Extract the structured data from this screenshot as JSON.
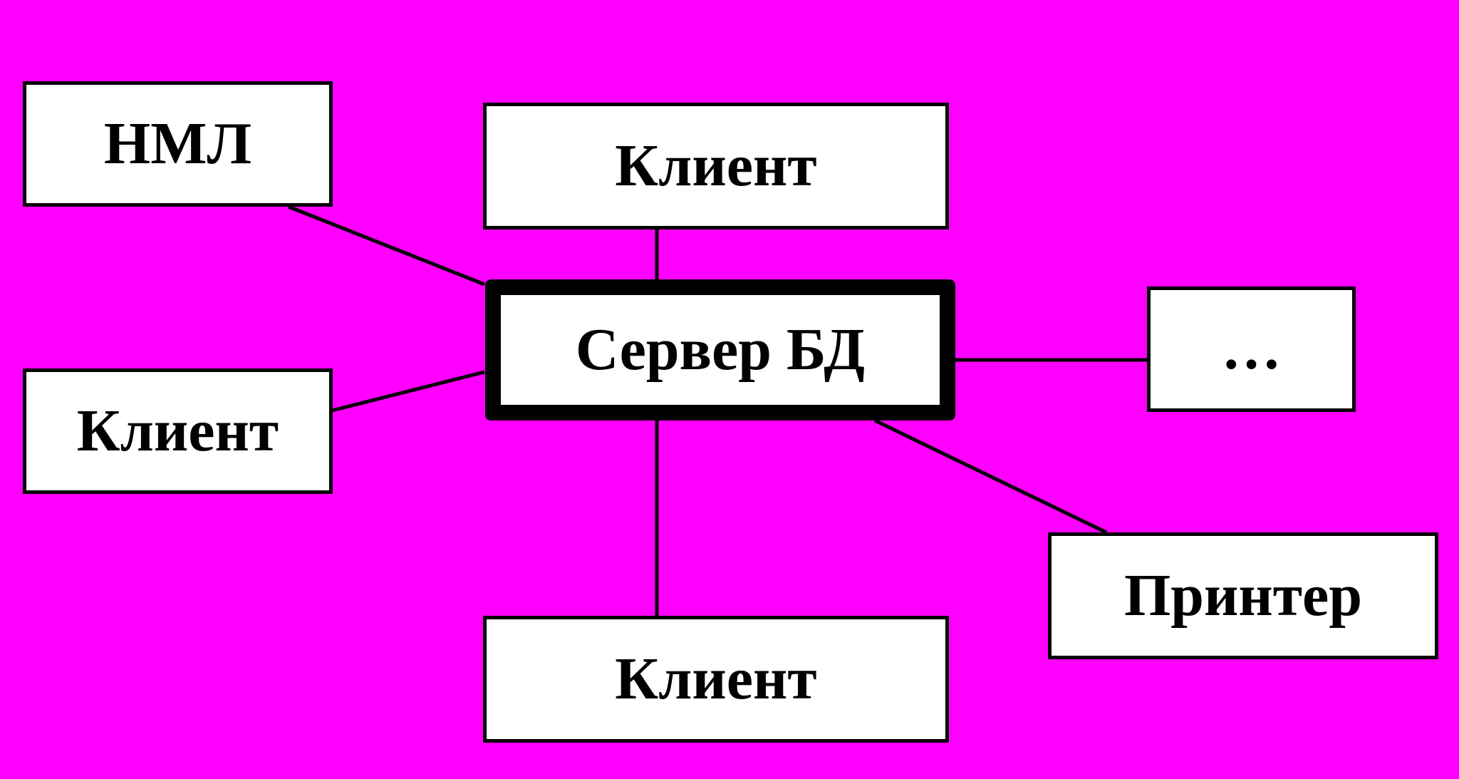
{
  "diagram": {
    "background_color": "#ff00ff",
    "box_fill": "#ffffff",
    "line_color": "#000000",
    "nodes": {
      "nml": "НМЛ",
      "client_top": "Клиент",
      "server": "Сервер БД",
      "more": "…",
      "client_left": "Клиент",
      "printer": "Принтер",
      "client_bottom": "Клиент"
    },
    "connections": [
      [
        "server",
        "nml"
      ],
      [
        "server",
        "client_top"
      ],
      [
        "server",
        "client_left"
      ],
      [
        "server",
        "more"
      ],
      [
        "server",
        "client_bottom"
      ],
      [
        "server",
        "printer"
      ]
    ]
  }
}
